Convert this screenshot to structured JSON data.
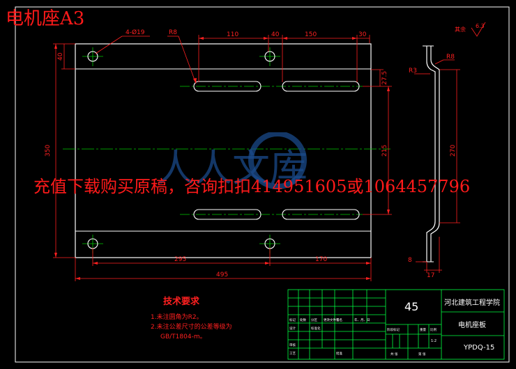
{
  "document_title": "电机座A3",
  "watermark": {
    "text": "充值下载购买原稿，咨询扣扣414951605或1064457796",
    "logo_text": "人人文库"
  },
  "dimensions": {
    "holes_spec": "4-Ø19",
    "r8_left": "R8",
    "d110": "110",
    "d40": "40",
    "d150": "150",
    "d30": "30",
    "d40_left": "40",
    "d350": "350",
    "d27_5": "27.5",
    "d215": "215",
    "d295": "295",
    "d170": "170",
    "d495": "495",
    "side_r8": "R8",
    "side_r3": "R3",
    "side_270": "270",
    "side_8": "8",
    "side_17": "17"
  },
  "roughness": {
    "label": "其余",
    "value": "6.3"
  },
  "tech_requirements": {
    "heading": "技术要求",
    "line1": "1.未注圆角为R2。",
    "line2": "2.未注公差尺寸的公差等级为",
    "line3": "GB/T1804-m。"
  },
  "title_block": {
    "material": "45",
    "school": "河北建筑工程学院",
    "part_name": "电机座板",
    "drawing_no": "YPDQ-15",
    "small_labels": [
      "标记",
      "处数",
      "分区",
      "更改文件号",
      "签名",
      "年、月、日",
      "设计",
      "标准化",
      "阶段标记",
      "重量",
      "比例",
      "审核",
      "工艺",
      "批准",
      "共 张",
      "第 张"
    ],
    "scale": "1:2"
  },
  "colors": {
    "background": "#000000",
    "frame": "#ffffff",
    "dimension": "#ff2020",
    "centerline": "#00cc00",
    "text_red": "#ff1a1a",
    "title_block": "#00ff40",
    "watermark_logo": "#1a4a8a"
  }
}
